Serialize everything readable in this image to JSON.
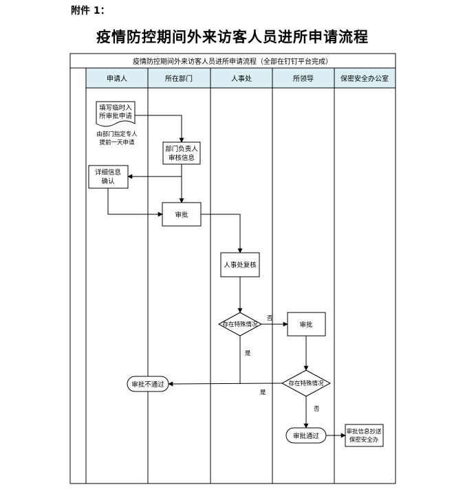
{
  "attachment_label": "附件 1：",
  "doc_title": "疫情防控期间外来访客人员进所申请流程",
  "table_header": "疫情防控期间外来访客人员进所申请流程（全部在钉钉平台完成）",
  "lanes": [
    "申请人",
    "所在部门",
    "人事处",
    "所领导",
    "保密安全办公室"
  ],
  "nodes": {
    "fill_form": [
      "填写临时入",
      "所审批申请"
    ],
    "note": [
      "由部门指定专人",
      "提前一天申请"
    ],
    "dept_review": [
      "部门负责人",
      "审核信息"
    ],
    "confirm": [
      "详细信息",
      "确认"
    ],
    "approve1": "审批",
    "hr_recheck": "人事处复核",
    "special1": "存在特殊情况",
    "approve2": "审批",
    "special2": "存在特殊情况",
    "reject": "审批不通过",
    "pass": "审批通过",
    "cc": [
      "审批信息抄送",
      "保密安全办"
    ]
  },
  "edge_labels": {
    "no1": "否",
    "yes1": "是",
    "yes2": "是",
    "no2": "否"
  },
  "colors": {
    "lane_header_bg": "#dbeef3",
    "line": "#000000"
  }
}
